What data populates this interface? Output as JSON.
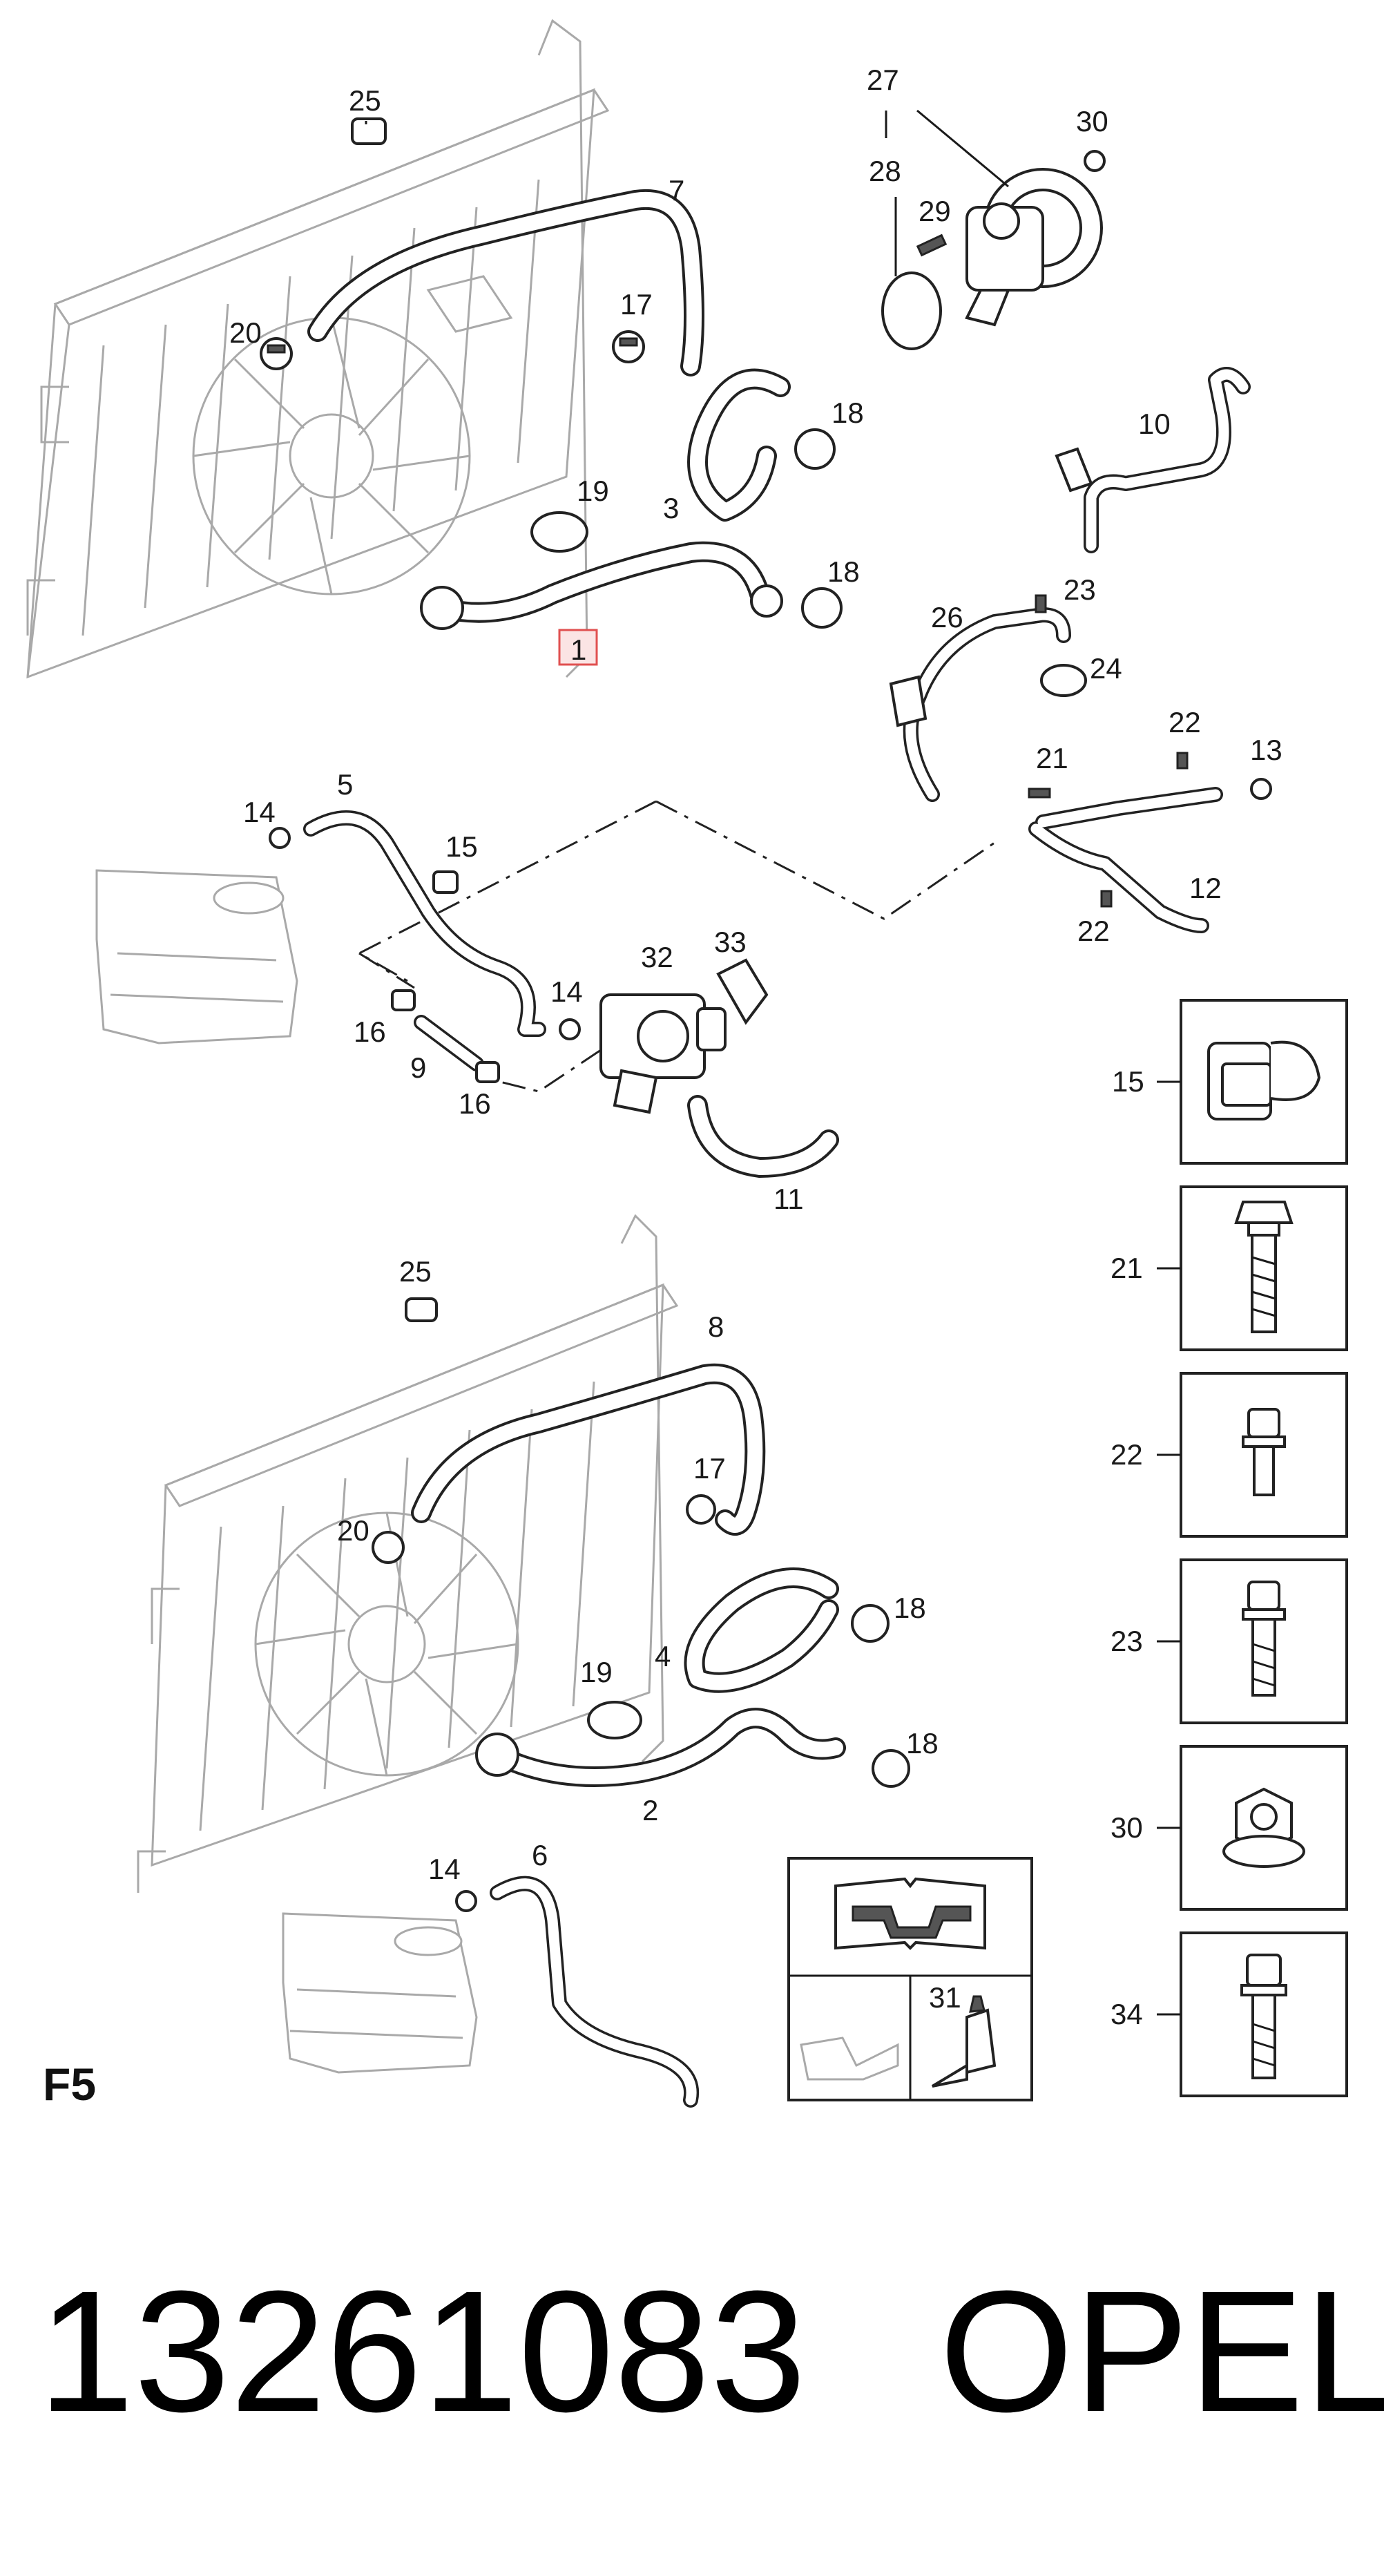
{
  "callouts": {
    "c1": "1",
    "c2": "2",
    "c3": "3",
    "c4": "4",
    "c5": "5",
    "c6": "6",
    "c7": "7",
    "c8": "8",
    "c9": "9",
    "c10": "10",
    "c11": "11",
    "c12": "12",
    "c13": "13",
    "c14a": "14",
    "c14b": "14",
    "c14c": "14",
    "c15": "15",
    "c16a": "16",
    "c16b": "16",
    "c17a": "17",
    "c17b": "17",
    "c18a": "18",
    "c18b": "18",
    "c18c": "18",
    "c18d": "18",
    "c19a": "19",
    "c19b": "19",
    "c20a": "20",
    "c20b": "20",
    "c21": "21",
    "c22a": "22",
    "c22b": "22",
    "c23": "23",
    "c24": "24",
    "c25a": "25",
    "c25b": "25",
    "c26": "26",
    "c27": "27",
    "c28": "28",
    "c29": "29",
    "c30": "30",
    "c31": "31",
    "c32": "32",
    "c33": "33"
  },
  "detail_boxes": [
    "15",
    "21",
    "22",
    "23",
    "30",
    "34"
  ],
  "sheet_code": "F5",
  "footer": {
    "part_number": "13261083",
    "brand": "OPEL"
  },
  "colors": {
    "highlight": "#e05050"
  }
}
